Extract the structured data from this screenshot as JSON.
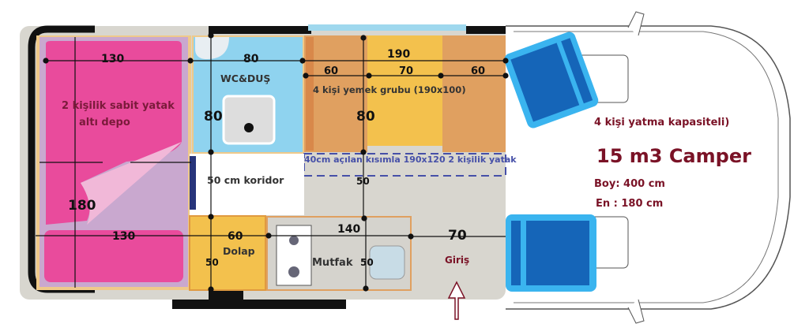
{
  "title": "15 m3 Camper",
  "capacity": "4  kişi yatma kapasiteli)",
  "length": "Boy:  400 cm",
  "width": "En  :  180 cm",
  "entrance": "Giriş",
  "rooms": {
    "bed": [
      "2 kişilik sabit yatak",
      "altı depo"
    ],
    "wc": "WC&DUŞ",
    "dining": "4 kişi yemek grubu (190x100)",
    "bed_extension": "40cm açılan kısımla 190x120 2 kişilik yatak",
    "corridor": "50 cm koridor",
    "wardrobe": "Dolap",
    "kitchen": "Mutfak"
  },
  "dimensions": {
    "bed_width_top": "130",
    "wc_width": "80",
    "dining_width": "190",
    "seat_left": "60",
    "table": "70",
    "seat_right": "60",
    "wc_depth": "80",
    "dining_depth": "80",
    "bed_length": "180",
    "bed_width_bottom": "130",
    "wardrobe_width": "60",
    "kitchen_width": "140",
    "wardrobe_depth": "50",
    "kitchen_depth": "50",
    "corridor_depth": "50",
    "entrance_width": "70"
  },
  "colors": {
    "bed": "#e94b9c",
    "wc": "#8fd3ef",
    "dining_orange": "#e0a060",
    "dining_yellow": "#f3c14d",
    "seat": "#1e7fd6",
    "title": "#7a1226"
  }
}
